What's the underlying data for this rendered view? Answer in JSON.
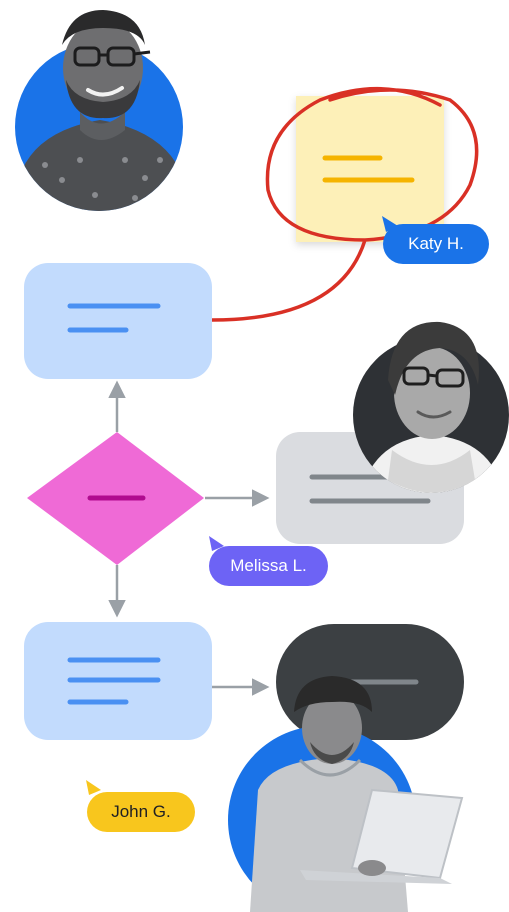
{
  "collaborators": [
    {
      "name": "Katy H.",
      "badge_color": "#1a73e8",
      "text_color": "#ffffff",
      "cursor_color": "#1a73e8"
    },
    {
      "name": "Melissa L.",
      "badge_color": "#6d63f5",
      "text_color": "#ffffff",
      "cursor_color": "#6d63f5"
    },
    {
      "name": "John G.",
      "badge_color": "#f8c61d",
      "text_color": "#202124",
      "cursor_color": "#f8c61d"
    }
  ],
  "avatars": [
    {
      "id": "man-with-glasses",
      "ring_color": "#1a73e8"
    },
    {
      "id": "woman-with-glasses",
      "ring_color": "#2e3135"
    },
    {
      "id": "man-with-laptop",
      "ring_color": "#1a73e8"
    }
  ],
  "colors": {
    "blue_box": "#c2dbfd",
    "blue_line": "#4a90f2",
    "diamond": "#ef6ad6",
    "diamond_line": "#b00b8f",
    "gray_box": "#dadce0",
    "gray_line": "#80868b",
    "dark_pill": "#3c4043",
    "sticky": "#fdf0b8",
    "sticky_line": "#f5b400",
    "scribble": "#d93025",
    "connector": "#9aa0a6"
  },
  "icons": [
    "cursor-icon",
    "arrow-icon"
  ]
}
